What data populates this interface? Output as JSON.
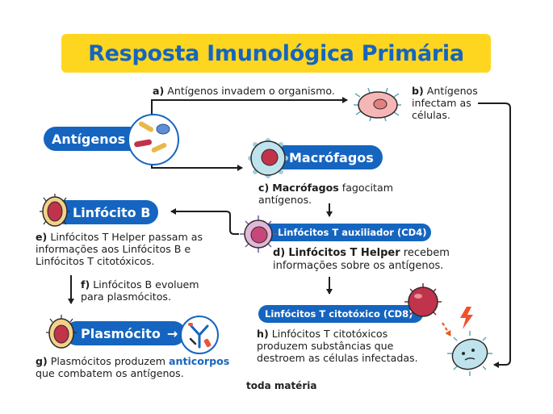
{
  "title": "Resposta Imunológica Primária",
  "labels": {
    "antigenos": "Antígenos",
    "macrofagos": "Macrófagos",
    "linfocito_b": "Linfócito B",
    "t_auxiliador": "Linfócitos T auxiliador (CD4)",
    "t_citotoxico": "Linfócitos T citotóxico (CD8)",
    "plasmocito": "Plasmócito"
  },
  "steps": {
    "a": {
      "letter": "a)",
      "text": "Antígenos invadem o organismo."
    },
    "b": {
      "letter": "b)",
      "line1": "Antígenos",
      "line2": "infectam as",
      "line3": "células."
    },
    "c": {
      "letter": "c)",
      "bold": "Macrófagos",
      "line1_rest": "fagocitam",
      "line2": "antígenos."
    },
    "d": {
      "letter": "d)",
      "bold": "Linfócitos T Helper",
      "line1_rest": "recebem",
      "line2": "informações sobre os antígenos."
    },
    "e": {
      "letter": "e)",
      "line1": "Linfócitos T Helper passam as",
      "line2": "informações aos Linfócitos B e",
      "line3": "Linfócitos T citotóxicos."
    },
    "f": {
      "letter": "f)",
      "line1": "Linfócitos B evoluem",
      "line2": "para plasmócitos."
    },
    "g": {
      "letter": "g)",
      "line1_pre": "Plasmócitos produzem",
      "highlight": "anticorpos",
      "line2": "que combatem os antígenos."
    },
    "h": {
      "letter": "h)",
      "line1": "Linfócitos T citotóxicos",
      "line2": "produzem substâncias que",
      "line3": "destroem as células infectadas."
    }
  },
  "brand": "toda matéria",
  "colors": {
    "title_bg": "#ffd61f",
    "primary_blue": "#1565c0",
    "text": "#1d1d1b",
    "arrow": "#1d1d1b"
  }
}
